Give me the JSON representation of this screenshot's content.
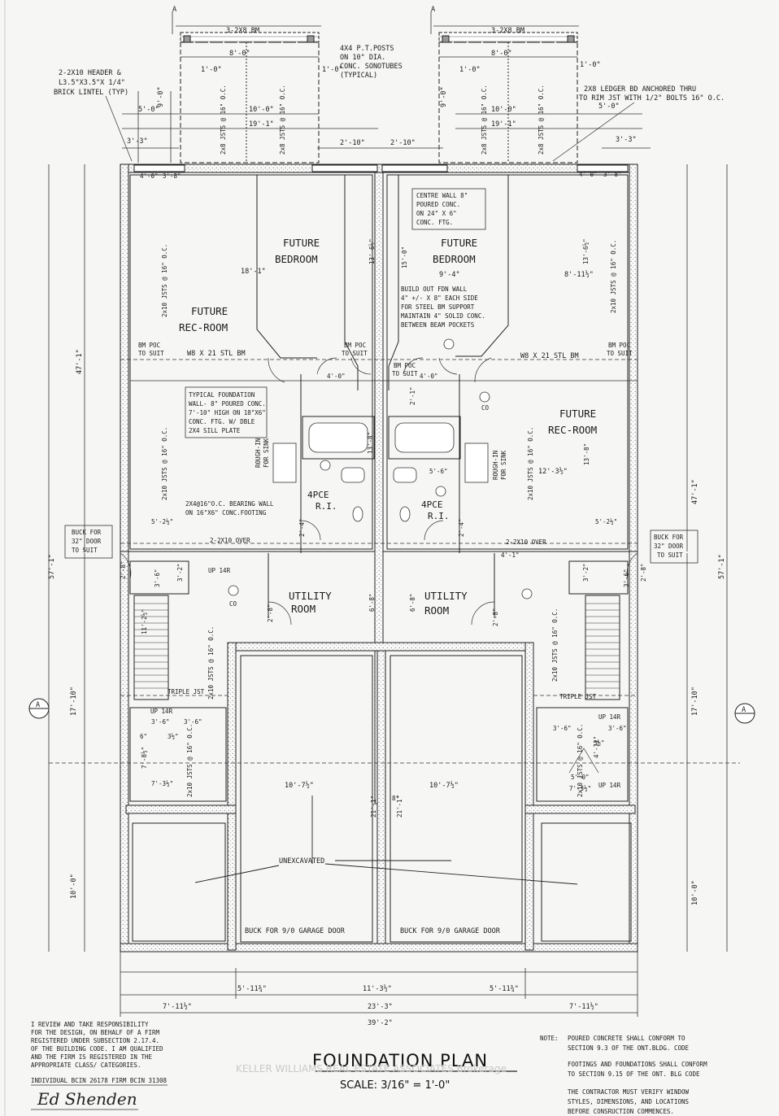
{
  "deck_left": {
    "beam": "3-2X8 BM",
    "dim_total": "8'-0\"",
    "dim_side": "1'-0\"",
    "joists": "2x8 JSTS @ 16\" O.C.",
    "dim_depth": "9'-0\""
  },
  "deck_right": {
    "beam": "3-2X8 BM",
    "dim_total": "8'-0\"",
    "dim_side": "1'-0\"",
    "joists": "2x8 JSTS @ 16\" O.C.",
    "dim_depth": "9'-0\""
  },
  "notes_top": {
    "posts": [
      "4X4 P.T.POSTS",
      "ON 10\" DIA.",
      "CONC. SONOTUBES",
      "(TYPICAL)"
    ],
    "header": [
      "2-2X10 HEADER &",
      "L3.5\"X3.5\"X 1/4\"",
      "BRICK LINTEL (TYP)"
    ],
    "ledger": [
      "2X8 LEDGER BD ANCHORED THRU",
      "TO RIM JST WITH 1/2\" BOLTS 16\" O.C."
    ]
  },
  "dims_top": {
    "d5_0": "5'-0\"",
    "d10_0": "10'-0\"",
    "d19_1": "19'-1\"",
    "d3_3": "3'-3\"",
    "d2_10": "2'-10\"",
    "d4_0": "4'-0\"",
    "d3_8": "3'-8\""
  },
  "rooms": {
    "future": "FUTURE",
    "bedroom": "BEDROOM",
    "recroom": "REC-ROOM",
    "fourpce": "4PCE",
    "ri": "R.I.",
    "utility": "UTILITY",
    "room": "ROOM",
    "unexcavated": "UNEXCAVATED",
    "garage_door": "BUCK FOR 9/0 GARAGE DOOR"
  },
  "notes_plan": {
    "centre_wall": [
      "CENTRE WALL 8\"",
      "POURED CONC.",
      "ON 24\" X 6\"",
      "CONC. FTG."
    ],
    "build_out": [
      "BUILD OUT FDN WALL",
      "4\" +/- X 8\" EACH SIDE",
      "FOR STEEL BM SUPPORT",
      "MAINTAIN 4\" SOLID CONC.",
      "BETWEEN BEAM POCKETS"
    ],
    "typical_fdn": [
      "TYPICAL FOUNDATION",
      "WALL- 8\" POURED CONC.",
      "7'-10\" HIGH ON 18\"X6\"",
      "CONC. FTG. W/ DBLE",
      "2X4 SILL PLATE"
    ],
    "bearing_wall": [
      "2X4@16\"O.C. BEARING WALL",
      "ON 16\"X6\" CONC.FOOTING"
    ],
    "buck_door": [
      "BUCK FOR",
      "32\" DOOR",
      "TO SUIT"
    ],
    "bm_poc": [
      "BM POC",
      "TO SUIT"
    ],
    "steel_beam": "W8 X 21 STL BM",
    "header_over": "2-2X10 OVER",
    "triple_jst": "TRIPLE JST",
    "up_14r": "UP 14R",
    "rough_in": [
      "ROUGH-IN",
      "FOR SINK"
    ],
    "co": "CO",
    "joists_2x10": "2x10 JSTS @ 16\" O.C."
  },
  "dims_plan": {
    "d18_1": "18'-1\"",
    "d9_4": "9'-4\"",
    "d8_11": "8'-11½\"",
    "d13_6": "13'-6½\"",
    "d15_0": "15'-0\"",
    "d4_0": "4'-0\"",
    "d2_1": "2'-1\"",
    "d13_8": "13'-8\"",
    "d5_6": "5'-6\"",
    "d12_3": "12'-3½\"",
    "d5_2": "5'-2½\"",
    "d2_4": "2'-4\"",
    "d47_1": "47'-1\"",
    "d57_1": "57'-1\"",
    "d17_10": "17'-10\"",
    "d10_0": "10'-0\"",
    "d11_2": "11'-2½\"",
    "d3_6": "3'-6\"",
    "d3_2": "3'-2\"",
    "d2_8": "2'-8\"",
    "d6_8": "6'-8\"",
    "d7_3": "7'-3½\"",
    "d7_8": "7'-8½\"",
    "d10_7": "10'-7½\"",
    "d21_1": "21'-1\"",
    "d8": "8\"",
    "d6": "6\"",
    "d3_half": "3½\"",
    "d4_1": "4'-1\"",
    "d5_0": "5'-0\"",
    "d4_11": "4'-11\"",
    "d5_11": "5'-11¾\"",
    "d11_3": "11'-3½\"",
    "d7_11": "7'-11½\"",
    "d23_3": "23'-3\"",
    "d39_2": "39'-2\""
  },
  "section_marker": "A",
  "footer": {
    "cert": [
      "I REVIEW AND TAKE RESPONSIBILITY",
      "FOR THE DESIGN, ON BEHALF OF A FIRM",
      "REGISTERED UNDER SUBSECTION 2.17.4.",
      "OF THE BUILDING CODE. I AM QUALIFIED",
      "AND THE FIRM IS REGISTERED IN THE",
      "APPROPRIATE CLASS/ CATEGORIES."
    ],
    "bcin": "INDIVIDUAL BCIN 26178   FIRM BCIN 31308",
    "signature": "Ed Shenden",
    "title": "FOUNDATION PLAN",
    "scale": "SCALE: 3/16\" = 1'-0\"",
    "watermark": "KELLER WILLIAMS REAL ESTATE ASSOCIATES Brokerage",
    "note_label": "NOTE:",
    "notes": [
      "POURED CONCRETE SHALL CONFORM TO",
      "SECTION 9.3 OF THE ONT.BLDG. CODE",
      "FOOTINGS AND FOUNDATIONS SHALL CONFORM",
      "TO SECTION 9.15 OF THE ONT. BLG CODE",
      "THE CONTRACTOR MUST VERIFY WINDOW",
      "STYLES, DIMENSIONS, AND LOCATIONS",
      "BEFORE CONSRUCTION COMMENCES."
    ]
  }
}
